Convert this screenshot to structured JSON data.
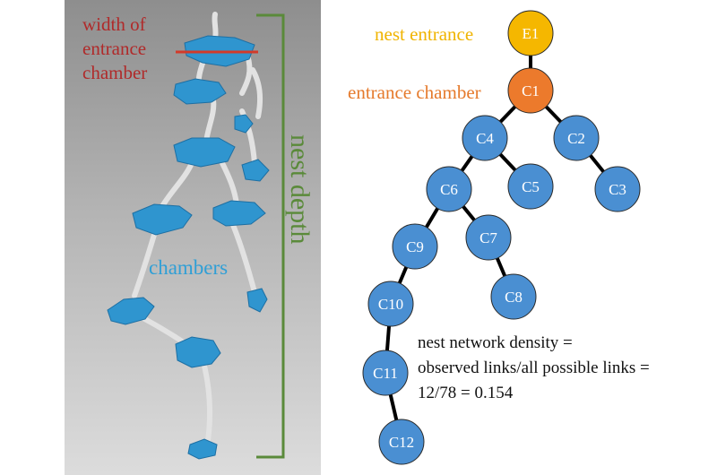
{
  "left_panel": {
    "label_width": [
      "width of",
      "entrance",
      "chamber"
    ],
    "label_chambers": "chambers",
    "label_depth": "nest depth",
    "colors": {
      "width_label": "#b02a2a",
      "width_line": "#d23a2a",
      "chambers_label": "#2f9fd6",
      "depth": "#5a8a3a",
      "chamber_fill": "#2f95cf",
      "tunnel": "#e4e4e4"
    }
  },
  "network": {
    "nodes": [
      {
        "id": "E1",
        "label": "E1",
        "type": "entrance"
      },
      {
        "id": "C1",
        "label": "C1",
        "type": "entrance-chamber"
      },
      {
        "id": "C2",
        "label": "C2",
        "type": "chamber"
      },
      {
        "id": "C3",
        "label": "C3",
        "type": "chamber"
      },
      {
        "id": "C4",
        "label": "C4",
        "type": "chamber"
      },
      {
        "id": "C5",
        "label": "C5",
        "type": "chamber"
      },
      {
        "id": "C6",
        "label": "C6",
        "type": "chamber"
      },
      {
        "id": "C7",
        "label": "C7",
        "type": "chamber"
      },
      {
        "id": "C8",
        "label": "C8",
        "type": "chamber"
      },
      {
        "id": "C9",
        "label": "C9",
        "type": "chamber"
      },
      {
        "id": "C10",
        "label": "C10",
        "type": "chamber"
      },
      {
        "id": "C11",
        "label": "C11",
        "type": "chamber"
      },
      {
        "id": "C12",
        "label": "C12",
        "type": "chamber"
      }
    ],
    "edges": [
      [
        "E1",
        "C1"
      ],
      [
        "C1",
        "C4"
      ],
      [
        "C1",
        "C2"
      ],
      [
        "C2",
        "C3"
      ],
      [
        "C4",
        "C6"
      ],
      [
        "C4",
        "C5"
      ],
      [
        "C6",
        "C9"
      ],
      [
        "C6",
        "C7"
      ],
      [
        "C7",
        "C8"
      ],
      [
        "C9",
        "C10"
      ],
      [
        "C10",
        "C11"
      ],
      [
        "C11",
        "C12"
      ]
    ],
    "label_entrance": "nest entrance",
    "label_entrance_chamber": "entrance chamber",
    "density_text": [
      "nest network density =",
      "observed links/all possible links =",
      "12/78 = 0.154"
    ],
    "colors": {
      "entrance": "#f5b700",
      "entrance_label": "#f0b400",
      "entrance_chamber": "#ec7a2c",
      "entrance_chamber_label": "#e57a2c",
      "chamber": "#4a8fd2",
      "node_text": "#ffffff",
      "edge": "#000000"
    }
  }
}
